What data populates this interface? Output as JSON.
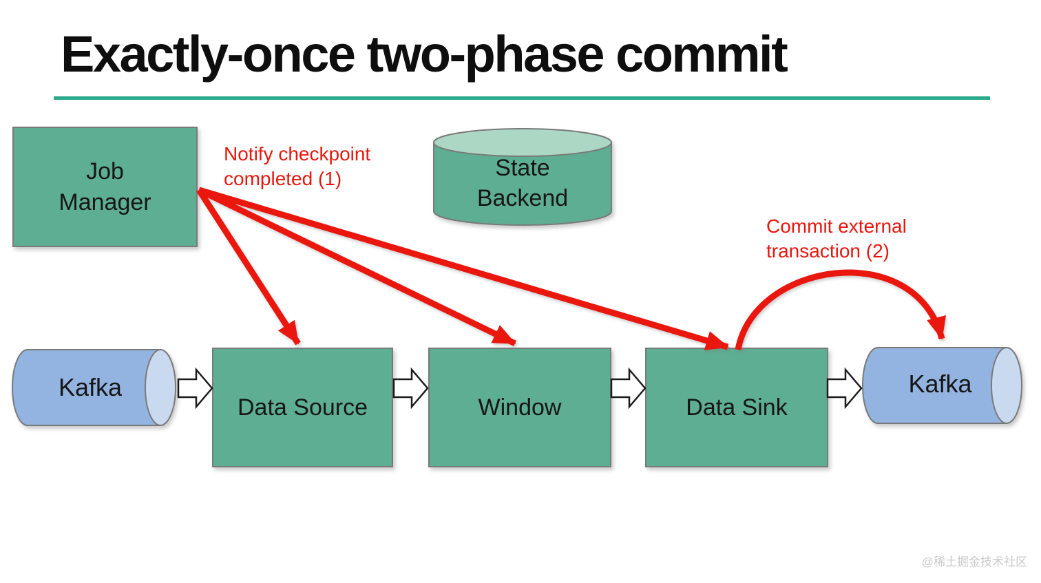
{
  "slide": {
    "title": "Exactly-once two-phase commit",
    "watermark": "@稀土掘金技术社区"
  },
  "nodes": {
    "job_manager": {
      "label": "Job\nManager",
      "shape": "box"
    },
    "state_backend": {
      "label": "State\nBackend",
      "shape": "cylinder-vertical"
    },
    "kafka_source": {
      "label": "Kafka",
      "shape": "cylinder-horizontal"
    },
    "data_source": {
      "label": "Data Source",
      "shape": "box"
    },
    "window": {
      "label": "Window",
      "shape": "box"
    },
    "data_sink": {
      "label": "Data Sink",
      "shape": "box"
    },
    "kafka_sink": {
      "label": "Kafka",
      "shape": "cylinder-horizontal"
    }
  },
  "annotations": {
    "notify_checkpoint": "Notify checkpoint\ncompleted (1)",
    "commit_external": "Commit external\ntransaction (2)"
  },
  "edges": [
    {
      "from": "Kafka",
      "to": "Data Source",
      "style": "white-block-arrow"
    },
    {
      "from": "Data Source",
      "to": "Window",
      "style": "white-block-arrow"
    },
    {
      "from": "Window",
      "to": "Data Sink",
      "style": "white-block-arrow"
    },
    {
      "from": "Data Sink",
      "to": "Kafka",
      "style": "white-block-arrow"
    },
    {
      "from": "Job Manager",
      "to": "Data Source",
      "style": "red-arrow",
      "label": "Notify checkpoint completed (1)"
    },
    {
      "from": "Job Manager",
      "to": "Window",
      "style": "red-arrow",
      "label": "Notify checkpoint completed (1)"
    },
    {
      "from": "Job Manager",
      "to": "Data Sink",
      "style": "red-arrow",
      "label": "Notify checkpoint completed (1)"
    },
    {
      "from": "Data Sink",
      "to": "Kafka",
      "style": "red-curved-arrow",
      "label": "Commit external transaction (2)"
    }
  ],
  "colors": {
    "accent_teal": "#2aa98b",
    "node_green": "#5dae93",
    "node_green_light": "#abd7c4",
    "kafka_blue": "#93b4e0",
    "kafka_blue_light": "#c9d9ef",
    "arrow_red": "#e9170e",
    "border_gray": "#7a7a7a",
    "title_black": "#0e0e0e"
  }
}
